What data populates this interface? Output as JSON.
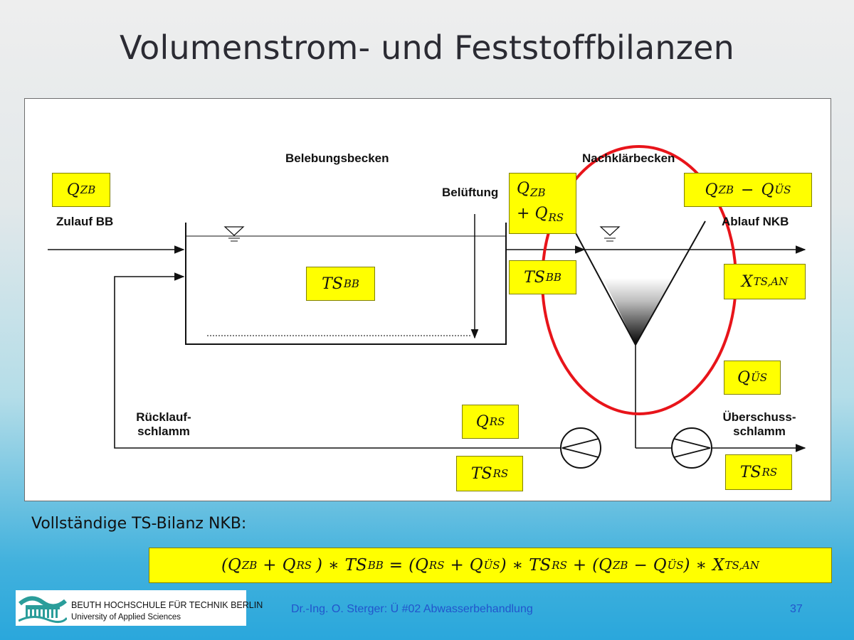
{
  "slide": {
    "title": "Volumenstrom- und Feststoffbilanzen",
    "subtitle": "Vollständige TS-Bilanz NKB:"
  },
  "diagram": {
    "labels": {
      "belebungsbecken": "Belebungsbecken",
      "nachklaerbecken": "Nachklärbecken",
      "zulauf": "Zulauf BB",
      "belueftung": "Belüftung",
      "ablauf": "Ablauf NKB",
      "ruecklauf_1": "Rücklauf-",
      "ruecklauf_2": "schlamm",
      "ueberschuss_1": "Überschuss-",
      "ueberschuss_2": "schlamm"
    },
    "boxes": {
      "q_zb": {
        "sym": "Q",
        "sub": "ZB"
      },
      "q_zb_rs_1": {
        "sym": "Q",
        "sub": "ZB"
      },
      "q_zb_rs_2_op": "+",
      "q_zb_rs_2": {
        "sym": "Q",
        "sub": "RS"
      },
      "q_ablauf_a": {
        "sym": "Q",
        "sub": "ZB"
      },
      "q_ablauf_op": "−",
      "q_ablauf_b": {
        "sym": "Q",
        "sub": "ÜS"
      },
      "ts_bb_basin": {
        "sym": "TS",
        "sub": "BB"
      },
      "ts_bb_in": {
        "sym": "TS",
        "sub": "BB"
      },
      "x_ts_an": {
        "sym": "X",
        "sub": "TS,AN"
      },
      "q_us": {
        "sym": "Q",
        "sub": "ÜS"
      },
      "q_rs": {
        "sym": "Q",
        "sub": "RS"
      },
      "ts_rs_left": {
        "sym": "TS",
        "sub": "RS"
      },
      "ts_rs_right": {
        "sym": "TS",
        "sub": "RS"
      }
    },
    "colors": {
      "highlight": "#ffff00",
      "ellipse": "#e8141a",
      "line": "#111111"
    }
  },
  "equation": {
    "lp1": "(",
    "t1": {
      "sym": "Q",
      "sub": "ZB"
    },
    "plus1": "+",
    "t2": {
      "sym": "Q",
      "sub": "RS"
    },
    "rp1": ")",
    "mul1": "∗",
    "t3": {
      "sym": "TS",
      "sub": "BB"
    },
    "eq": "=",
    "lp2": "(",
    "t4": {
      "sym": "Q",
      "sub": "RS"
    },
    "plus2": "+",
    "t5": {
      "sym": "Q",
      "sub": "ÜS"
    },
    "rp2": ")",
    "mul2": "∗",
    "t6": {
      "sym": "TS",
      "sub": "RS"
    },
    "plus3": "+",
    "lp3": "(",
    "t7": {
      "sym": "Q",
      "sub": "ZB"
    },
    "minus": "−",
    "t8": {
      "sym": "Q",
      "sub": "ÜS"
    },
    "rp3": ")",
    "mul3": "∗",
    "t9": {
      "sym": "X",
      "sub": "TS,AN"
    }
  },
  "logo": {
    "line1": "BEUTH HOCHSCHULE FÜR TECHNIK BERLIN",
    "line2": "University of Applied Sciences",
    "color": "#2a9d9a"
  },
  "footer": {
    "author": "Dr.-Ing. O. Sterger:  Ü #02 Abwasserbehandlung",
    "page": "37"
  }
}
